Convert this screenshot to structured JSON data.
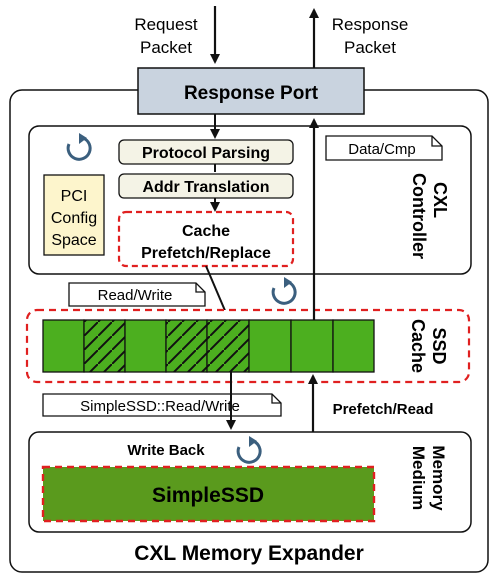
{
  "top": {
    "request_line1": "Request",
    "request_line2": "Packet",
    "response_line1": "Response",
    "response_line2": "Packet"
  },
  "response_port": "Response Port",
  "controller": {
    "title_line1": "CXL",
    "title_line2": "Controller",
    "data_cmp": "Data/Cmp",
    "pci_line1": "PCI",
    "pci_line2": "Config",
    "pci_line3": "Space",
    "protocol_parsing": "Protocol Parsing",
    "addr_translation": "Addr Translation",
    "cache_line1": "Cache",
    "cache_line2": "Prefetch/Replace"
  },
  "read_write": "Read/Write",
  "ssd_cache": {
    "title_line1": "SSD",
    "title_line2": "Cache"
  },
  "simplessd_read_write": "SimpleSSD::Read/Write",
  "prefetch_read": "Prefetch/Read",
  "memory": {
    "title_line1": "Memory",
    "title_line2": "Medium",
    "write_back": "Write Back",
    "simplessd": "SimpleSSD"
  },
  "expander_title": "CXL Memory Expander",
  "colors": {
    "green": "#4caf1f",
    "dark_green": "#5a9a1d",
    "red_dash": "#e02020",
    "port_fill": "#c9d3df",
    "stage_fill": "#f4f3e6",
    "pci_fill": "#fdf5cc",
    "refresh_icon": "#3b5f7e"
  }
}
